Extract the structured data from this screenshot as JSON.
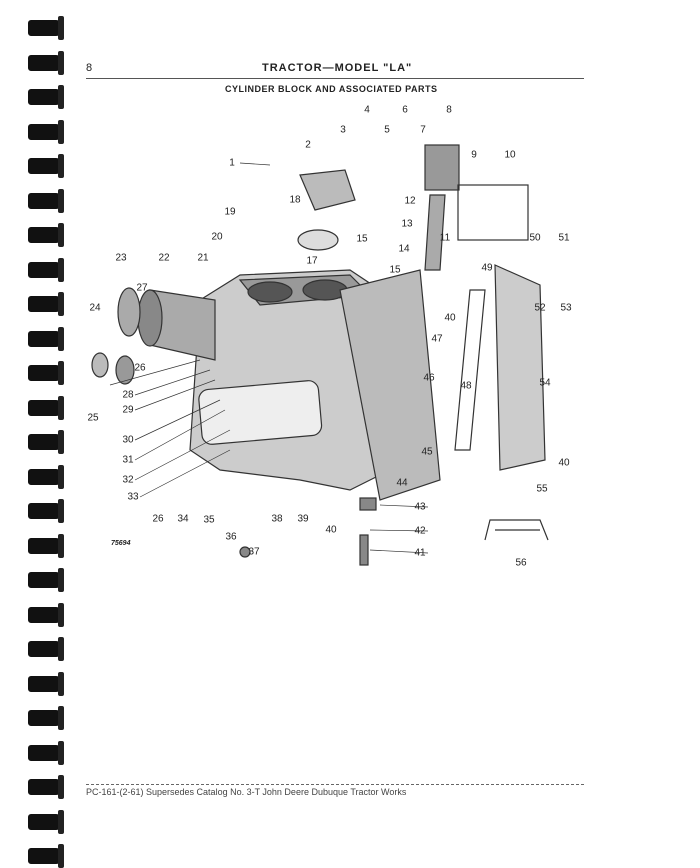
{
  "header": {
    "page_number": "8",
    "title": "TRACTOR—MODEL \"LA\"",
    "subtitle": "CYLINDER BLOCK AND ASSOCIATED PARTS"
  },
  "diagram": {
    "plate_number": "75694",
    "callouts": [
      "1",
      "2",
      "3",
      "4",
      "5",
      "6",
      "7",
      "8",
      "9",
      "10",
      "11",
      "12",
      "13",
      "14",
      "15",
      "15",
      "17",
      "18",
      "19",
      "20",
      "21",
      "22",
      "23",
      "24",
      "25",
      "26",
      "26",
      "27",
      "28",
      "29",
      "30",
      "31",
      "32",
      "33",
      "34",
      "35",
      "36",
      "37",
      "38",
      "39",
      "40",
      "40",
      "40",
      "41",
      "42",
      "43",
      "44",
      "45",
      "46",
      "47",
      "48",
      "49",
      "50",
      "51",
      "52",
      "53",
      "54",
      "55",
      "56"
    ]
  },
  "footer": {
    "text": "PC-161-(2-61)  Supersedes Catalog No. 3-T  John Deere Dubuque Tractor Works"
  }
}
